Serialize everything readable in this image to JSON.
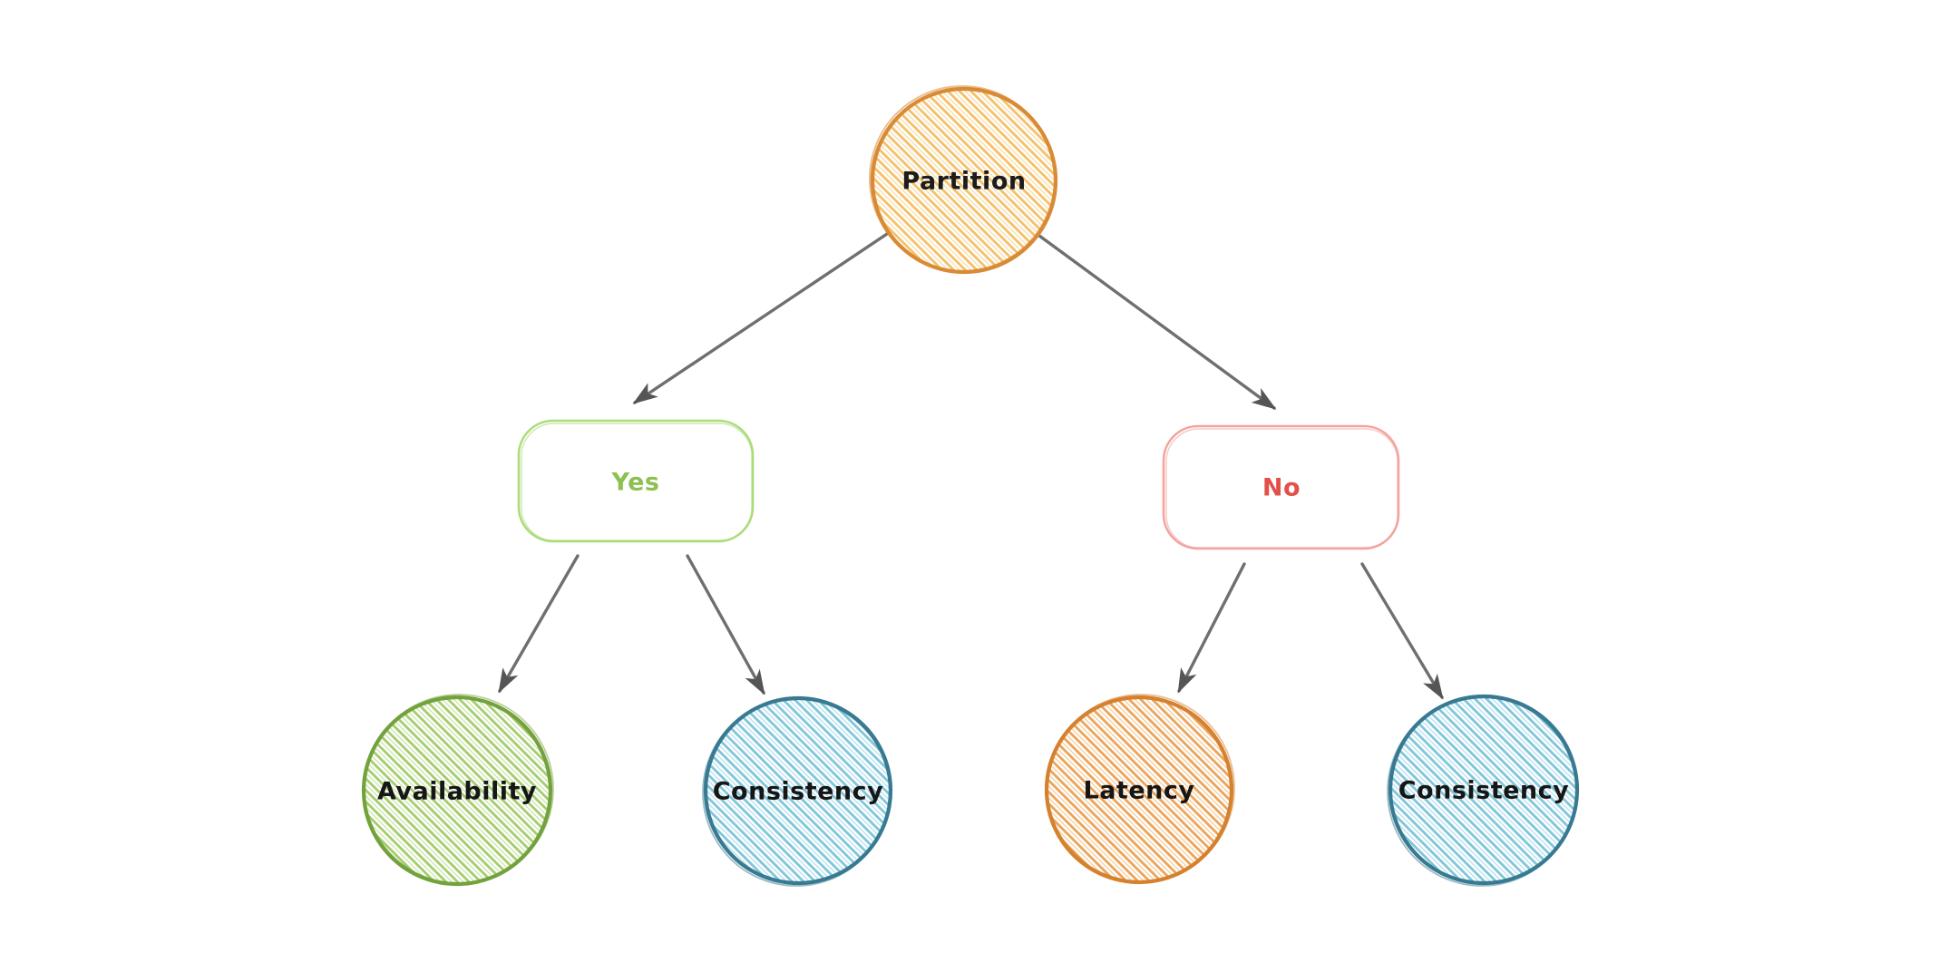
{
  "diagram": {
    "background": "#ffffff",
    "arrow": {
      "line_color": "#6f6f6f",
      "head_color": "#555555"
    },
    "nodes": {
      "partition": {
        "label": "Partition",
        "shape": "circle",
        "stroke": "#d98a34",
        "hatch": "#f4c068",
        "hatch_light": "#f9dba6",
        "text_color": "#1c1c1c"
      },
      "yes": {
        "label": "Yes",
        "shape": "rounded-rect",
        "stroke": "#abdc79",
        "text_color": "#8cc152"
      },
      "no": {
        "label": "No",
        "shape": "rounded-rect",
        "stroke": "#f3a49f",
        "text_color": "#e25049"
      },
      "availability": {
        "label": "Availability",
        "shape": "circle",
        "stroke": "#73a23d",
        "hatch": "#a3cc6e",
        "hatch_light": "#cbe4a4",
        "text_color": "#161616"
      },
      "consistency_left": {
        "label": "Consistency",
        "shape": "circle",
        "stroke": "#377a91",
        "hatch": "#7fc5da",
        "hatch_light": "#b4dfeb",
        "text_color": "#161616"
      },
      "latency": {
        "label": "Latency",
        "shape": "circle",
        "stroke": "#d5812e",
        "hatch": "#eba358",
        "hatch_light": "#f5cb98",
        "text_color": "#161616"
      },
      "consistency_right": {
        "label": "Consistency",
        "shape": "circle",
        "stroke": "#377a91",
        "hatch": "#7fc5da",
        "hatch_light": "#b4dfeb",
        "text_color": "#161616"
      }
    },
    "edges": [
      {
        "from": "partition",
        "to": "yes"
      },
      {
        "from": "partition",
        "to": "no"
      },
      {
        "from": "yes",
        "to": "availability"
      },
      {
        "from": "yes",
        "to": "consistency_left"
      },
      {
        "from": "no",
        "to": "latency"
      },
      {
        "from": "no",
        "to": "consistency_right"
      }
    ]
  }
}
